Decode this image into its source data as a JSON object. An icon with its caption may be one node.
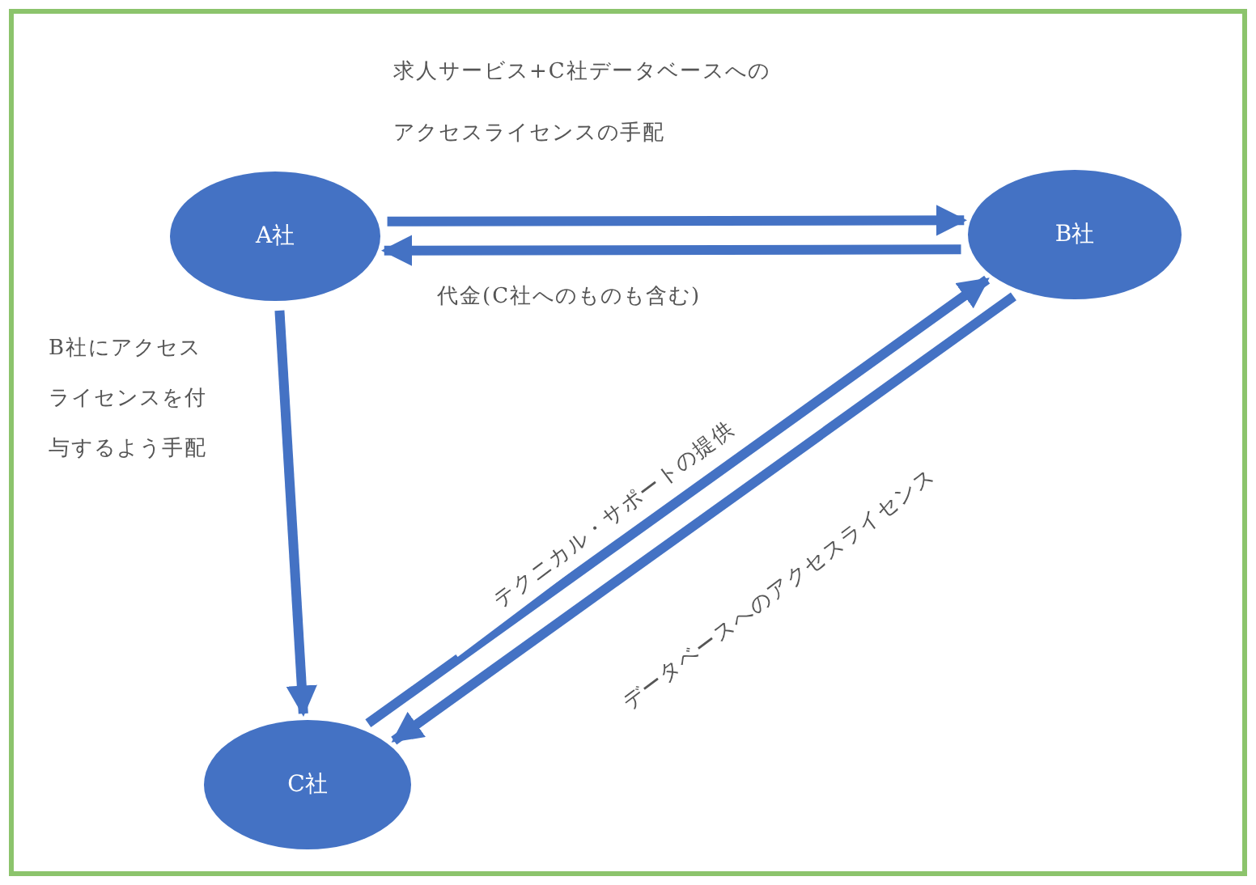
{
  "diagram": {
    "nodes": [
      {
        "text": [
          "A社"
        ]
      },
      {
        "text": [
          "B社"
        ]
      },
      {
        "text": [
          "C社"
        ]
      }
    ],
    "edges": [
      {
        "from": 0,
        "to": 1,
        "arrow": "to",
        "label": "求人サービス+C社データベースへのアクセスライセンスの手配"
      },
      {
        "from": 1,
        "to": 0,
        "arrow": "to",
        "label": "代金(C社へのものも含む)"
      },
      {
        "from": 0,
        "to": 2,
        "arrow": "to",
        "label": "B社にアクセスライセンスを付与するよう手配"
      },
      {
        "from": 2,
        "to": 1,
        "arrow": "to",
        "label": "テクニカル・サポートの提供"
      },
      {
        "from": 1,
        "to": 2,
        "arrow": "to",
        "label": "データベースへのアクセスライセンス"
      }
    ]
  }
}
